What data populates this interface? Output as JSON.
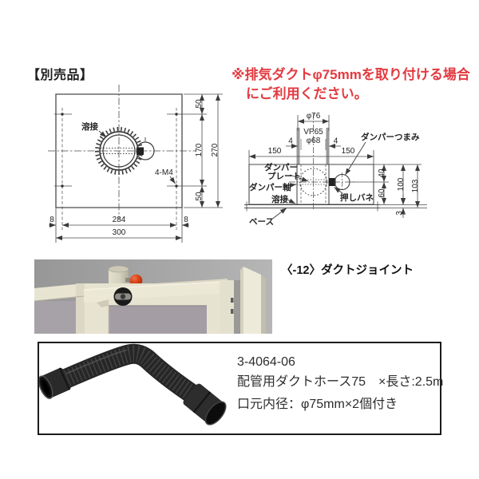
{
  "header": {
    "label": "【別売品】"
  },
  "note": {
    "line1": "※排気ダクトφ75mmを取り付ける場合",
    "line2": "にご利用ください。",
    "color": "#e23a40"
  },
  "plate_drawing": {
    "weld_label": "溶接",
    "tap_label": "4-M4",
    "dim_top": "50",
    "dim_mid": "170",
    "dim_total_h": "270",
    "dim_bottom": "50",
    "dim_margin_left": "8",
    "dim_span": "284",
    "dim_margin_right": "8",
    "dim_total_w": "300"
  },
  "damper_drawing": {
    "dia_outer": "φ76",
    "pipe_type": "VP65",
    "dia_inner": "φ68",
    "wall_left": "4",
    "wall_right": "4",
    "dim_left": "150",
    "dim_right": "150",
    "knob_label": "ダンパーつまみ",
    "plate_label_line1": "ダンパー",
    "plate_label_line2": "プレート",
    "shaft_label": "ダンパー軸",
    "spring_label": "押しバネ",
    "weld_label": "溶接",
    "base_label": "ベース",
    "dim_40": "40",
    "dim_60": "60",
    "dim_100": "100",
    "dim_103": "103",
    "dim_base_t": "3"
  },
  "duct_joint": {
    "caption": "〈-12〉ダクトジョイント"
  },
  "hose_product": {
    "code": "3-4064-06",
    "name": "配管用ダクトホース75",
    "length": "×長さ:2.5m",
    "spec": "口元内径：φ75mm×2個付き"
  }
}
